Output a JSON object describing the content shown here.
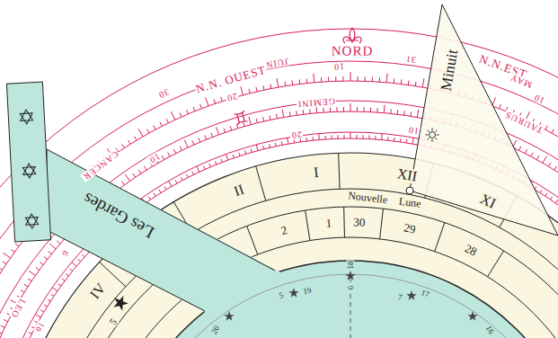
{
  "diagram": {
    "nodes": [
      {
        "text": [
          "Minuit"
        ]
      },
      {
        "text": [
          "Les Gardes"
        ]
      }
    ],
    "labels": [
      "NORD",
      "N.N. OUEST",
      "N.N.EST",
      "JUIN",
      "10",
      "31",
      "MAY",
      "10",
      "30",
      "20",
      "GEMINI",
      "TAURUS",
      "20",
      "10",
      "CANCER",
      "10",
      "6",
      "LEO",
      "10",
      "I",
      "II",
      "XII",
      "XI",
      "IV",
      "Nouvelle Lune",
      "2",
      "1",
      "30",
      "29",
      "28",
      "5",
      "5",
      "19",
      "6",
      "18",
      "7",
      "17",
      "20",
      "16"
    ]
  }
}
